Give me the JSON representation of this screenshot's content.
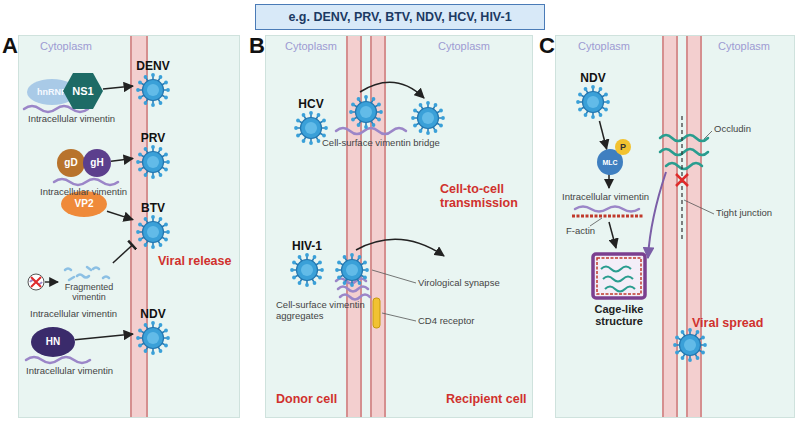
{
  "diagram": {
    "nodes": [
      {
        "text": [
          "e.g. DENV, PRV, BTV, NDV, HCV, HIV-1"
        ]
      },
      {
        "text": [
          "A"
        ]
      },
      {
        "text": [
          "hnRNP"
        ],
        "in": 1
      },
      {
        "text": [
          "NS1"
        ],
        "in": 1
      },
      {
        "text": [
          "DENV"
        ],
        "in": 1
      },
      {
        "text": [
          "gD"
        ],
        "in": 1
      },
      {
        "text": [
          "gH"
        ],
        "in": 1
      },
      {
        "text": [
          "PRV"
        ],
        "in": 1
      },
      {
        "text": [
          "VP2"
        ],
        "in": 1
      },
      {
        "text": [
          "Fragmented vimentin"
        ],
        "in": 1
      },
      {
        "text": [
          "BTV"
        ],
        "in": 1
      },
      {
        "text": [
          "HN"
        ],
        "in": 1
      },
      {
        "text": [
          "NDV"
        ],
        "in": 1
      },
      {
        "text": [
          "B"
        ]
      },
      {
        "text": [
          "HCV"
        ],
        "in": 13
      },
      {
        "text": [
          "HIV-1"
        ],
        "in": 13
      },
      {
        "text": [
          "C"
        ]
      },
      {
        "text": [
          "NDV"
        ],
        "in": 16
      },
      {
        "text": [
          "MLC"
        ],
        "in": 16
      },
      {
        "text": [
          "P"
        ],
        "in": 16
      },
      {
        "text": [
          "Cage-like structure"
        ],
        "in": 16
      }
    ],
    "edges": [
      {
        "from": 3,
        "to": 4,
        "arrow": "to"
      },
      {
        "from": 6,
        "to": 7,
        "arrow": "to"
      },
      {
        "from": 8,
        "to": 10,
        "arrow": "to"
      },
      {
        "from": 9,
        "to": 10,
        "arrow": "to"
      },
      {
        "from": 11,
        "to": 12,
        "arrow": "to"
      },
      {
        "from": 17,
        "to": 18,
        "arrow": "to"
      }
    ],
    "labels": [
      "Cytoplasm",
      "Intracellular vimentin",
      "Intracellular vimentin",
      "Viral release",
      "Intracellular vimentin",
      "Intracellular vimentin",
      "Cytoplasm",
      "Cytoplasm",
      "Cell-surface vimentin bridge",
      "Cell-to-cell transmission",
      "Virological synapse",
      "Cell-surface vimentin aggregates",
      "CD4 receptor",
      "Donor cell",
      "Recipient cell",
      "Cytoplasm",
      "Cytoplasm",
      "Occludin",
      "Intracellular vimentin",
      "F-actin",
      "Tight junction",
      "Viral spread"
    ]
  }
}
